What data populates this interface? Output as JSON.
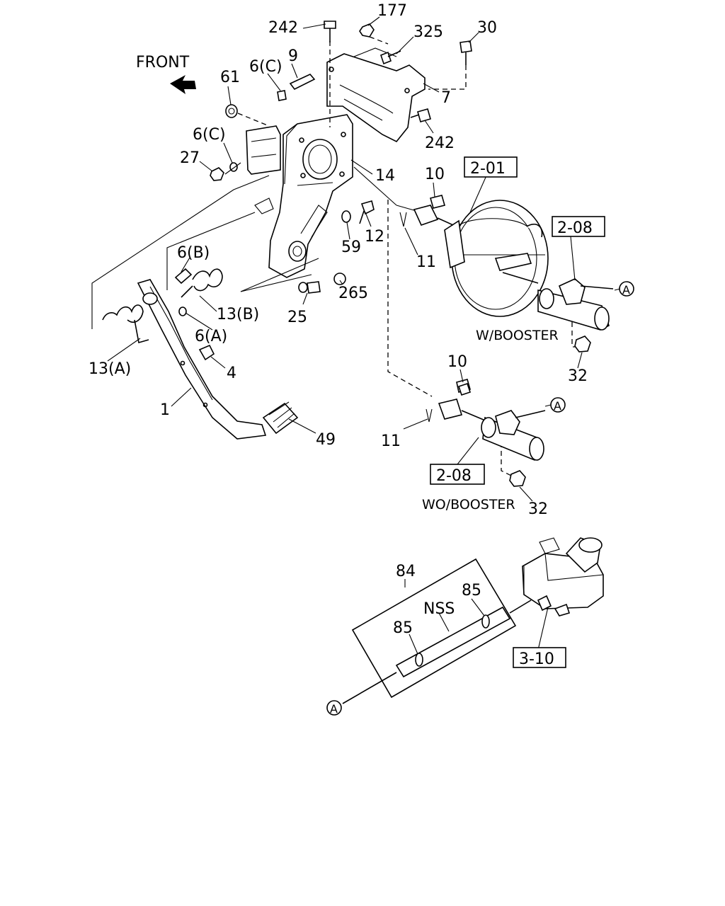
{
  "orientation": {
    "front_label": "FRONT"
  },
  "parts": {
    "p242a": "242",
    "p177": "177",
    "p325": "325",
    "p30": "30",
    "p9": "9",
    "p6c_top": "6(C)",
    "p61": "61",
    "p7": "7",
    "p242b": "242",
    "p6c_mid": "6(C)",
    "p27": "27",
    "p14": "14",
    "p10_top": "10",
    "p2_01": "2-01",
    "p2_08_top": "2-08",
    "p12": "12",
    "p59": "59",
    "p11_top": "11",
    "p6b": "6(B)",
    "p13b": "13(B)",
    "p265": "265",
    "p25": "25",
    "p6a": "6(A)",
    "p13a": "13(A)",
    "p4": "4",
    "p1": "1",
    "p49": "49",
    "p32_top": "32",
    "p10_bot": "10",
    "p11_bot": "11",
    "p2_08_bot": "2-08",
    "p32_bot": "32",
    "p84": "84",
    "p85_right": "85",
    "p85_left": "85",
    "nss": "NSS",
    "p3_10": "3-10"
  },
  "variants": {
    "with_booster": "W/BOOSTER",
    "without_booster": "WO/BOOSTER"
  },
  "connectors": {
    "a_top": "A",
    "a_mid": "A",
    "a_bottom": "A"
  }
}
